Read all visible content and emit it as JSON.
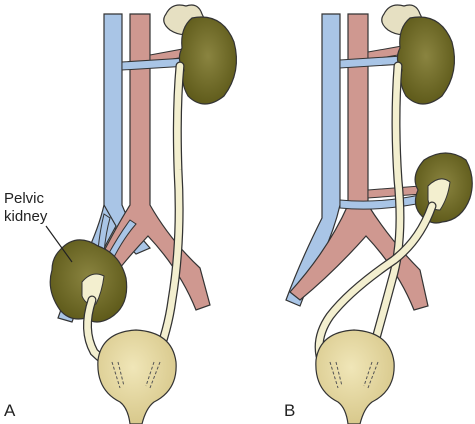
{
  "panels": [
    {
      "id": "A",
      "label": "A"
    },
    {
      "id": "B",
      "label": "B"
    }
  ],
  "annotation": {
    "line1": "Pelvic",
    "line2": "kidney"
  },
  "colors": {
    "vein": "#a9c5e6",
    "artery": "#cf9890",
    "ureter": "#f3efcf",
    "kidney": "#6b6624",
    "kidney_highlight": "#8a8440",
    "adrenal": "#e6e0c2",
    "bladder": "#e3d59e",
    "outline": "#333333"
  }
}
